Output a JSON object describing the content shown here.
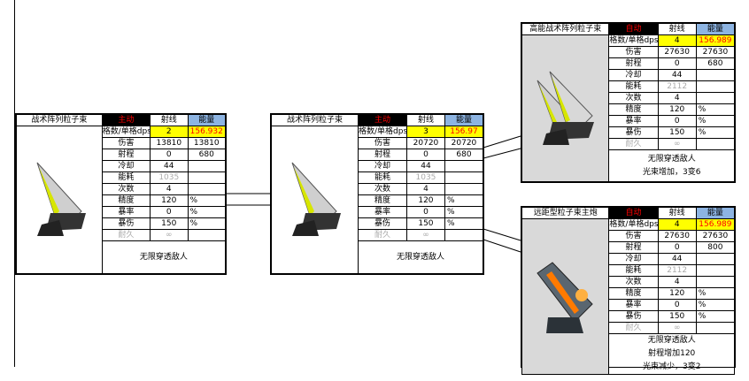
{
  "colors": {
    "mode_bg": "#000000",
    "mode_text": "#ff0000",
    "energy_bg": "#8db4e2",
    "highlight": "#ffff00",
    "image_bg_grey": "#d9d9d9"
  },
  "labels": {
    "dps": "格数/单格dps",
    "damage": "伤害",
    "range": "射程",
    "cooldown": "冷却",
    "energy_cost": "能耗",
    "count": "次数",
    "accuracy": "精度",
    "crit_rate": "暴率",
    "crit_damage": "暴伤",
    "durability": "耐久",
    "beam": "射线",
    "energy": "能量",
    "pct": "%"
  },
  "cards": [
    {
      "name": "战术阵列粒子束",
      "mode": "主动",
      "slots": "2",
      "dps": "156.932",
      "damage": [
        "13810",
        "13810"
      ],
      "range": [
        "0",
        "680"
      ],
      "cooldown": "44",
      "energy_cost": "1035",
      "count": "4",
      "accuracy": "120",
      "crit_rate": "0",
      "crit_damage": "150",
      "durability": "∞",
      "desc": [
        "无限穿透敌人"
      ],
      "image": "yellow-array-turret",
      "image_bg": "#ffffff"
    },
    {
      "name": "战术阵列粒子束",
      "mode": "主动",
      "slots": "3",
      "dps": "156.97",
      "damage": [
        "20720",
        "20720"
      ],
      "range": [
        "0",
        "680"
      ],
      "cooldown": "44",
      "energy_cost": "1035",
      "count": "4",
      "accuracy": "120",
      "crit_rate": "0",
      "crit_damage": "150",
      "durability": "∞",
      "desc": [
        "无限穿透敌人"
      ],
      "image": "yellow-array-turret",
      "image_bg": "#ffffff"
    },
    {
      "name": "高能战术阵列粒子束",
      "mode": "自动",
      "slots": "4",
      "dps": "156.989",
      "damage": [
        "27630",
        "27630"
      ],
      "range": [
        "0",
        "680"
      ],
      "cooldown": "44",
      "energy_cost": "2112",
      "count": "4",
      "accuracy": "120",
      "crit_rate": "0",
      "crit_damage": "150",
      "durability": "∞",
      "desc": [
        "无限穿透敌人",
        "光束增加，3变6"
      ],
      "image": "twin-yellow-array-turret",
      "image_bg": "#d9d9d9"
    },
    {
      "name": "远距型粒子束主炮",
      "mode": "自动",
      "slots": "4",
      "dps": "156.989",
      "damage": [
        "27630",
        "27630"
      ],
      "range": [
        "0",
        "800"
      ],
      "cooldown": "44",
      "energy_cost": "2112",
      "count": "4",
      "accuracy": "120",
      "crit_rate": "0",
      "crit_damage": "150",
      "durability": "∞",
      "desc": [
        "无限穿透敌人",
        "射程增加120",
        "光束减少，3变2"
      ],
      "image": "orange-main-cannon",
      "image_bg": "#d9d9d9"
    }
  ]
}
